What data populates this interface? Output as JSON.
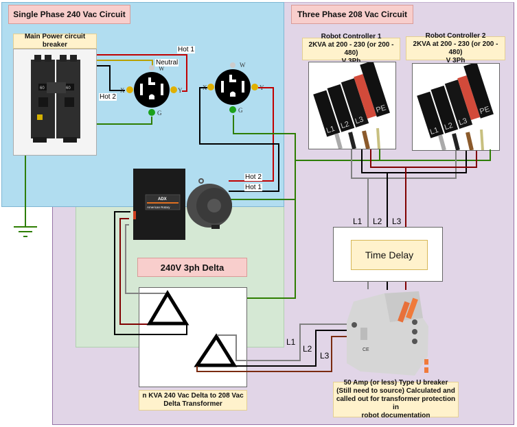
{
  "regions": {
    "single_phase": {
      "title": "Single Phase 240 Vac Circuit",
      "color": "#b1ddf0"
    },
    "three_phase": {
      "title": "Three Phase 208 Vac Circuit",
      "color": "#e1d5e7"
    },
    "delta": {
      "title": "240V 3ph Delta",
      "color": "#d5e8d4"
    }
  },
  "components": {
    "main_breaker": {
      "label": "Main Power circuit breaker",
      "icon": "double-pole-breaker-image"
    },
    "receptacle_1": {
      "icon": "nema-14-50-receptacle",
      "terminals": [
        "W",
        "X",
        "Y",
        "G"
      ]
    },
    "receptacle_2": {
      "icon": "nema-14-50-receptacle",
      "terminals": [
        "W",
        "X",
        "Y",
        "G"
      ]
    },
    "phase_converter": {
      "icon": "american-rotary-adx-phase-converter",
      "brand": "American Rotary",
      "model": "ADX"
    },
    "robot_controller_1": {
      "label_line1": "Robot Controller 1",
      "label_line2": "2KVA at 200 - 230 (or 200 - 480)",
      "label_line3": "V 3Ph",
      "connector_pins": [
        "L1",
        "L2",
        "L3",
        "PE"
      ]
    },
    "robot_controller_2": {
      "label_line1": "Robot Controller 2",
      "label_line2": "2KVA at 200 - 230 (or 200 - 480)",
      "label_line3": "V 3Ph",
      "connector_pins": [
        "L1",
        "L2",
        "L3",
        "PE"
      ]
    },
    "time_delay": {
      "label": "Time Delay",
      "inputs": [
        "L1",
        "L2",
        "L3"
      ]
    },
    "transformer": {
      "label_line1": "n KVA 240 Vac Delta to 208 Vac",
      "label_line2": "Delta Transformer"
    },
    "type_u_breaker": {
      "label_line1": "50 Amp (or less) Type U breaker",
      "label_line2": "(Still need to source) Calculated and",
      "label_line3": "called out for transformer protection in",
      "label_line4": "robot documentation"
    }
  },
  "wire_labels": {
    "hot1_top": "Hot 1",
    "neutral": "Neutral",
    "hot2_left": "Hot 2",
    "hot2_converter": "Hot 2",
    "hot1_converter": "Hot 1",
    "td_l1": "L1",
    "td_l2": "L2",
    "td_l3": "L3",
    "brk_l1": "L1",
    "brk_l2": "L2",
    "brk_l3": "L3"
  },
  "wire_colors": {
    "hot_red": "#c00000",
    "hot_dark_red": "#800000",
    "black": "#000000",
    "neutral": "#b8a000",
    "ground": "#2d7d00",
    "gray": "#808080",
    "brown": "#7a2a10"
  }
}
